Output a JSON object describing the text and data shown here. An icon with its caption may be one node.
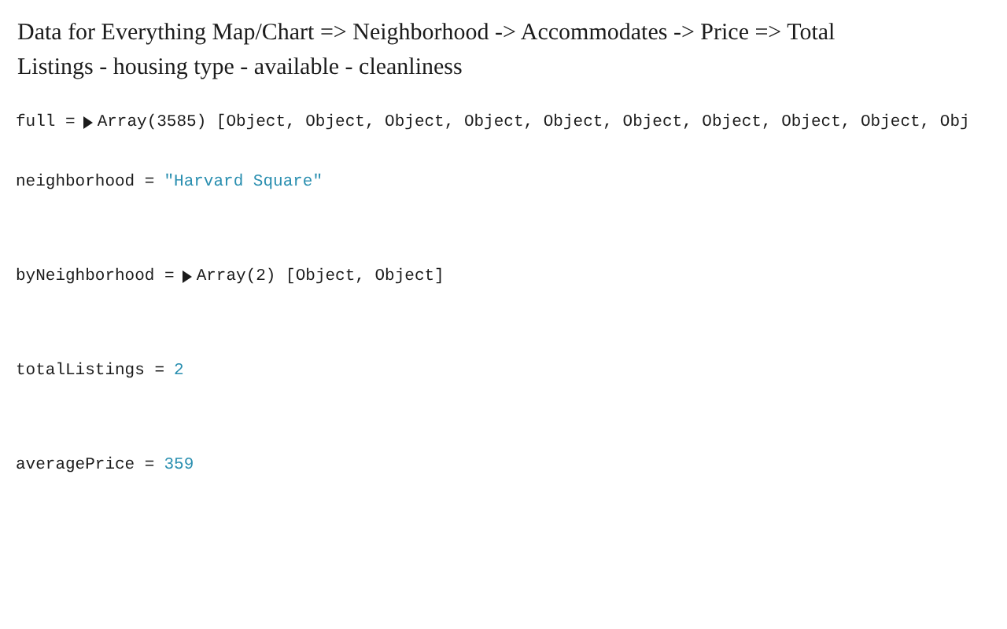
{
  "diagram": {
    "title": "Data for Everything Map/Chart => Neighborhood -> Accommodates -> Price => Total Listings - housing type - available - cleanliness",
    "labels": [
      "full =",
      "Array(3585) [Object, Object, Object, Object, Object, Object, Object, Object, Object, Obj",
      "neighborhood =",
      "\"Harvard Square\"",
      "byNeighborhood =",
      "Array(2) [Object, Object]",
      "totalListings =",
      "2",
      "averagePrice =",
      "359"
    ]
  }
}
